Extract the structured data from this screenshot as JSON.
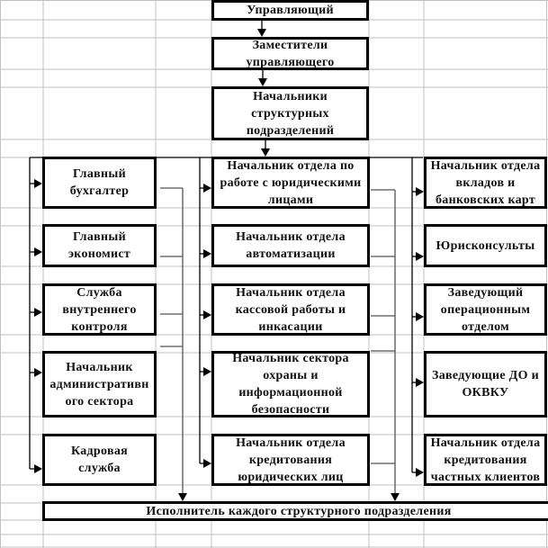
{
  "diagram": {
    "type": "org-chart",
    "background": "spreadsheet-grid",
    "colors": {
      "border": "#000000",
      "grid": "#c0c0c0",
      "connector_gray": "#555555"
    },
    "top_chain": [
      {
        "id": "manager",
        "label": "Управляющий"
      },
      {
        "id": "deputies",
        "label": "Заместители\nуправляющего"
      },
      {
        "id": "heads",
        "label": "Начальники\nструктурных\nподразделений"
      }
    ],
    "left_column": [
      {
        "id": "chief-accountant",
        "label": "Главный\nбухгалтер"
      },
      {
        "id": "chief-economist",
        "label": "Главный\nэкономист"
      },
      {
        "id": "internal-control",
        "label": "Служба\nвнутреннего\nконтроля"
      },
      {
        "id": "admin-sector",
        "label": "Начальник\nадминистративн\nого сектора"
      },
      {
        "id": "hr",
        "label": "Кадровая\nслужба"
      }
    ],
    "middle_column": [
      {
        "id": "legal-entities-dept",
        "label": "Начальник отдела по\nработе с юридическими\nлицами"
      },
      {
        "id": "automation-dept",
        "label": "Начальник отдела\nавтоматизации"
      },
      {
        "id": "cash-dept",
        "label": "Начальник отдела\nкассовой работы и\nинкасации"
      },
      {
        "id": "security-sector",
        "label": "Начальник сектора\nохраны и\nинформационной\nбезопасности"
      },
      {
        "id": "corporate-credit-dept",
        "label": "Начальник отдела\nкредитования\nюридических лиц"
      }
    ],
    "right_column": [
      {
        "id": "deposits-cards-dept",
        "label": "Начальник отдела\nвкладов и\nбанковских карт"
      },
      {
        "id": "legal-advisers",
        "label": "Юрисконсульты"
      },
      {
        "id": "operations-dept",
        "label": "Заведующий\nоперационным\nотделом"
      },
      {
        "id": "branch-heads",
        "label": "Заведующие ДО и\nОКВКУ"
      },
      {
        "id": "retail-credit-dept",
        "label": "Начальник отдела\nкредитования\nчастных клиентов"
      }
    ],
    "bottom": {
      "id": "executors",
      "label": "Исполнитель каждого структурного подразделения"
    }
  }
}
